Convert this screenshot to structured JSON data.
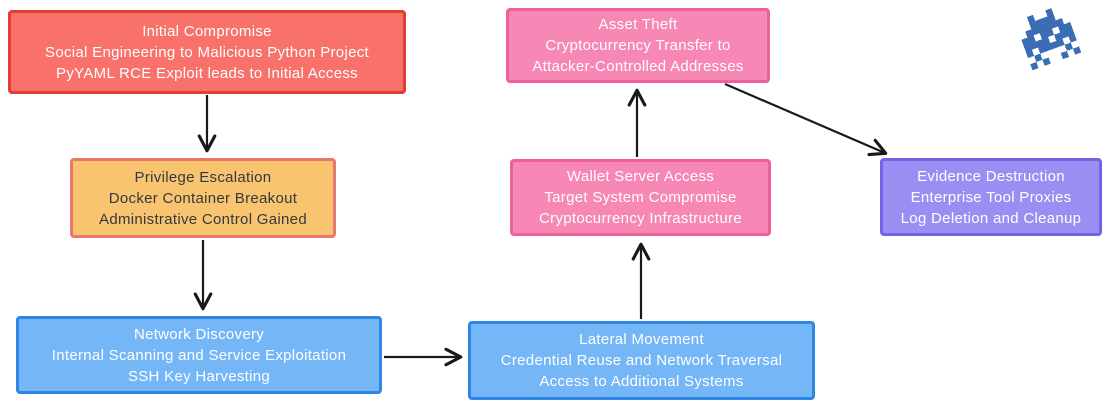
{
  "diagram": {
    "type": "flowchart-attack-chain",
    "background": "#ffffff",
    "arrow_color": "#191919",
    "palette": {
      "red": {
        "fill": "#f8726b",
        "border": "#e23d36",
        "text": "#ffffff"
      },
      "orange": {
        "fill": "#f9c46f",
        "border": "#e8786d",
        "text": "#33393f"
      },
      "blue": {
        "fill": "#74b6f6",
        "border": "#2e87e5",
        "text": "#ffffff"
      },
      "pink": {
        "fill": "#f787b5",
        "border": "#ee5f9e",
        "text": "#ffffff"
      },
      "purple": {
        "fill": "#9b8ef3",
        "border": "#7463e6",
        "text": "#ffffff"
      }
    },
    "nodes": {
      "initial_compromise": {
        "theme": "red",
        "lines": [
          "Initial Compromise",
          "Social Engineering to Malicious Python Project",
          "PyYAML RCE Exploit leads to Initial Access"
        ]
      },
      "privilege_escalation": {
        "theme": "orange",
        "lines": [
          "Privilege Escalation",
          "Docker Container Breakout",
          "Administrative Control Gained"
        ]
      },
      "network_discovery": {
        "theme": "blue",
        "lines": [
          "Network Discovery",
          "Internal Scanning and Service Exploitation",
          "SSH Key Harvesting"
        ]
      },
      "lateral_movement": {
        "theme": "blue",
        "lines": [
          "Lateral Movement",
          "Credential Reuse and Network Traversal",
          "Access to Additional Systems"
        ]
      },
      "wallet_server_access": {
        "theme": "pink",
        "lines": [
          "Wallet Server Access",
          "Target System Compromise",
          "Cryptocurrency Infrastructure"
        ]
      },
      "asset_theft": {
        "theme": "pink",
        "lines": [
          "Asset Theft",
          "Cryptocurrency Transfer to",
          "Attacker-Controlled Addresses"
        ]
      },
      "evidence_destruction": {
        "theme": "purple",
        "lines": [
          "Evidence Destruction",
          "Enterprise Tool Proxies",
          "Log Deletion and Cleanup"
        ]
      }
    },
    "edges": [
      {
        "from": "Initial Compromise",
        "to": "Privilege Escalation"
      },
      {
        "from": "Privilege Escalation",
        "to": "Network Discovery"
      },
      {
        "from": "Network Discovery",
        "to": "Lateral Movement"
      },
      {
        "from": "Lateral Movement",
        "to": "Wallet Server Access"
      },
      {
        "from": "Wallet Server Access",
        "to": "Asset Theft"
      },
      {
        "from": "Asset Theft",
        "to": "Evidence Destruction"
      }
    ],
    "logo": {
      "name": "pixel-bug-logo",
      "color": "#3a6db4"
    }
  }
}
